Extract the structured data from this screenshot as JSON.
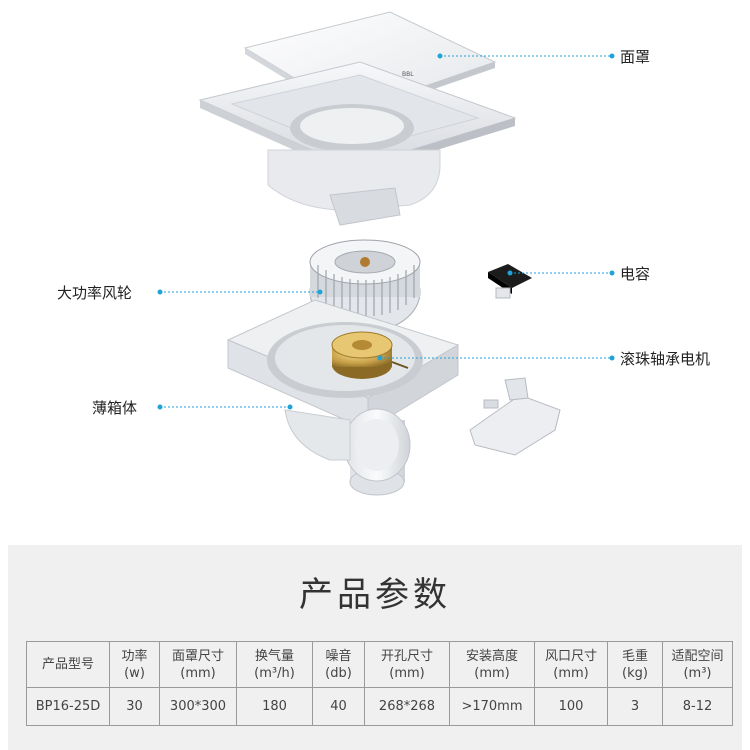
{
  "callouts": {
    "panel_cover": "面罩",
    "capacitor": "电容",
    "impeller": "大功率风轮",
    "motor": "滚珠轴承电机",
    "housing": "薄箱体"
  },
  "brand_mark": "BBL",
  "params": {
    "title": "产品参数",
    "headers": [
      {
        "label": "产品型号",
        "unit": ""
      },
      {
        "label": "功率",
        "unit": "(w)"
      },
      {
        "label": "面罩尺寸",
        "unit": "(mm)"
      },
      {
        "label": "换气量",
        "unit": "(m³/h)"
      },
      {
        "label": "噪音",
        "unit": "(db)"
      },
      {
        "label": "开孔尺寸",
        "unit": "(mm)"
      },
      {
        "label": "安装高度",
        "unit": "(mm)"
      },
      {
        "label": "风口尺寸",
        "unit": "(mm)"
      },
      {
        "label": "毛重",
        "unit": "(kg)"
      },
      {
        "label": "适配空间",
        "unit": "(m³)"
      }
    ],
    "values": [
      "BP16-25D",
      "30",
      "300*300",
      "180",
      "40",
      "268*268",
      ">170mm",
      "100",
      "3",
      "8-12"
    ]
  },
  "colors": {
    "callout_dot": "#1fa3d8",
    "table_bg": "#f0f0f0",
    "motor_gold": "#c9a24a"
  }
}
